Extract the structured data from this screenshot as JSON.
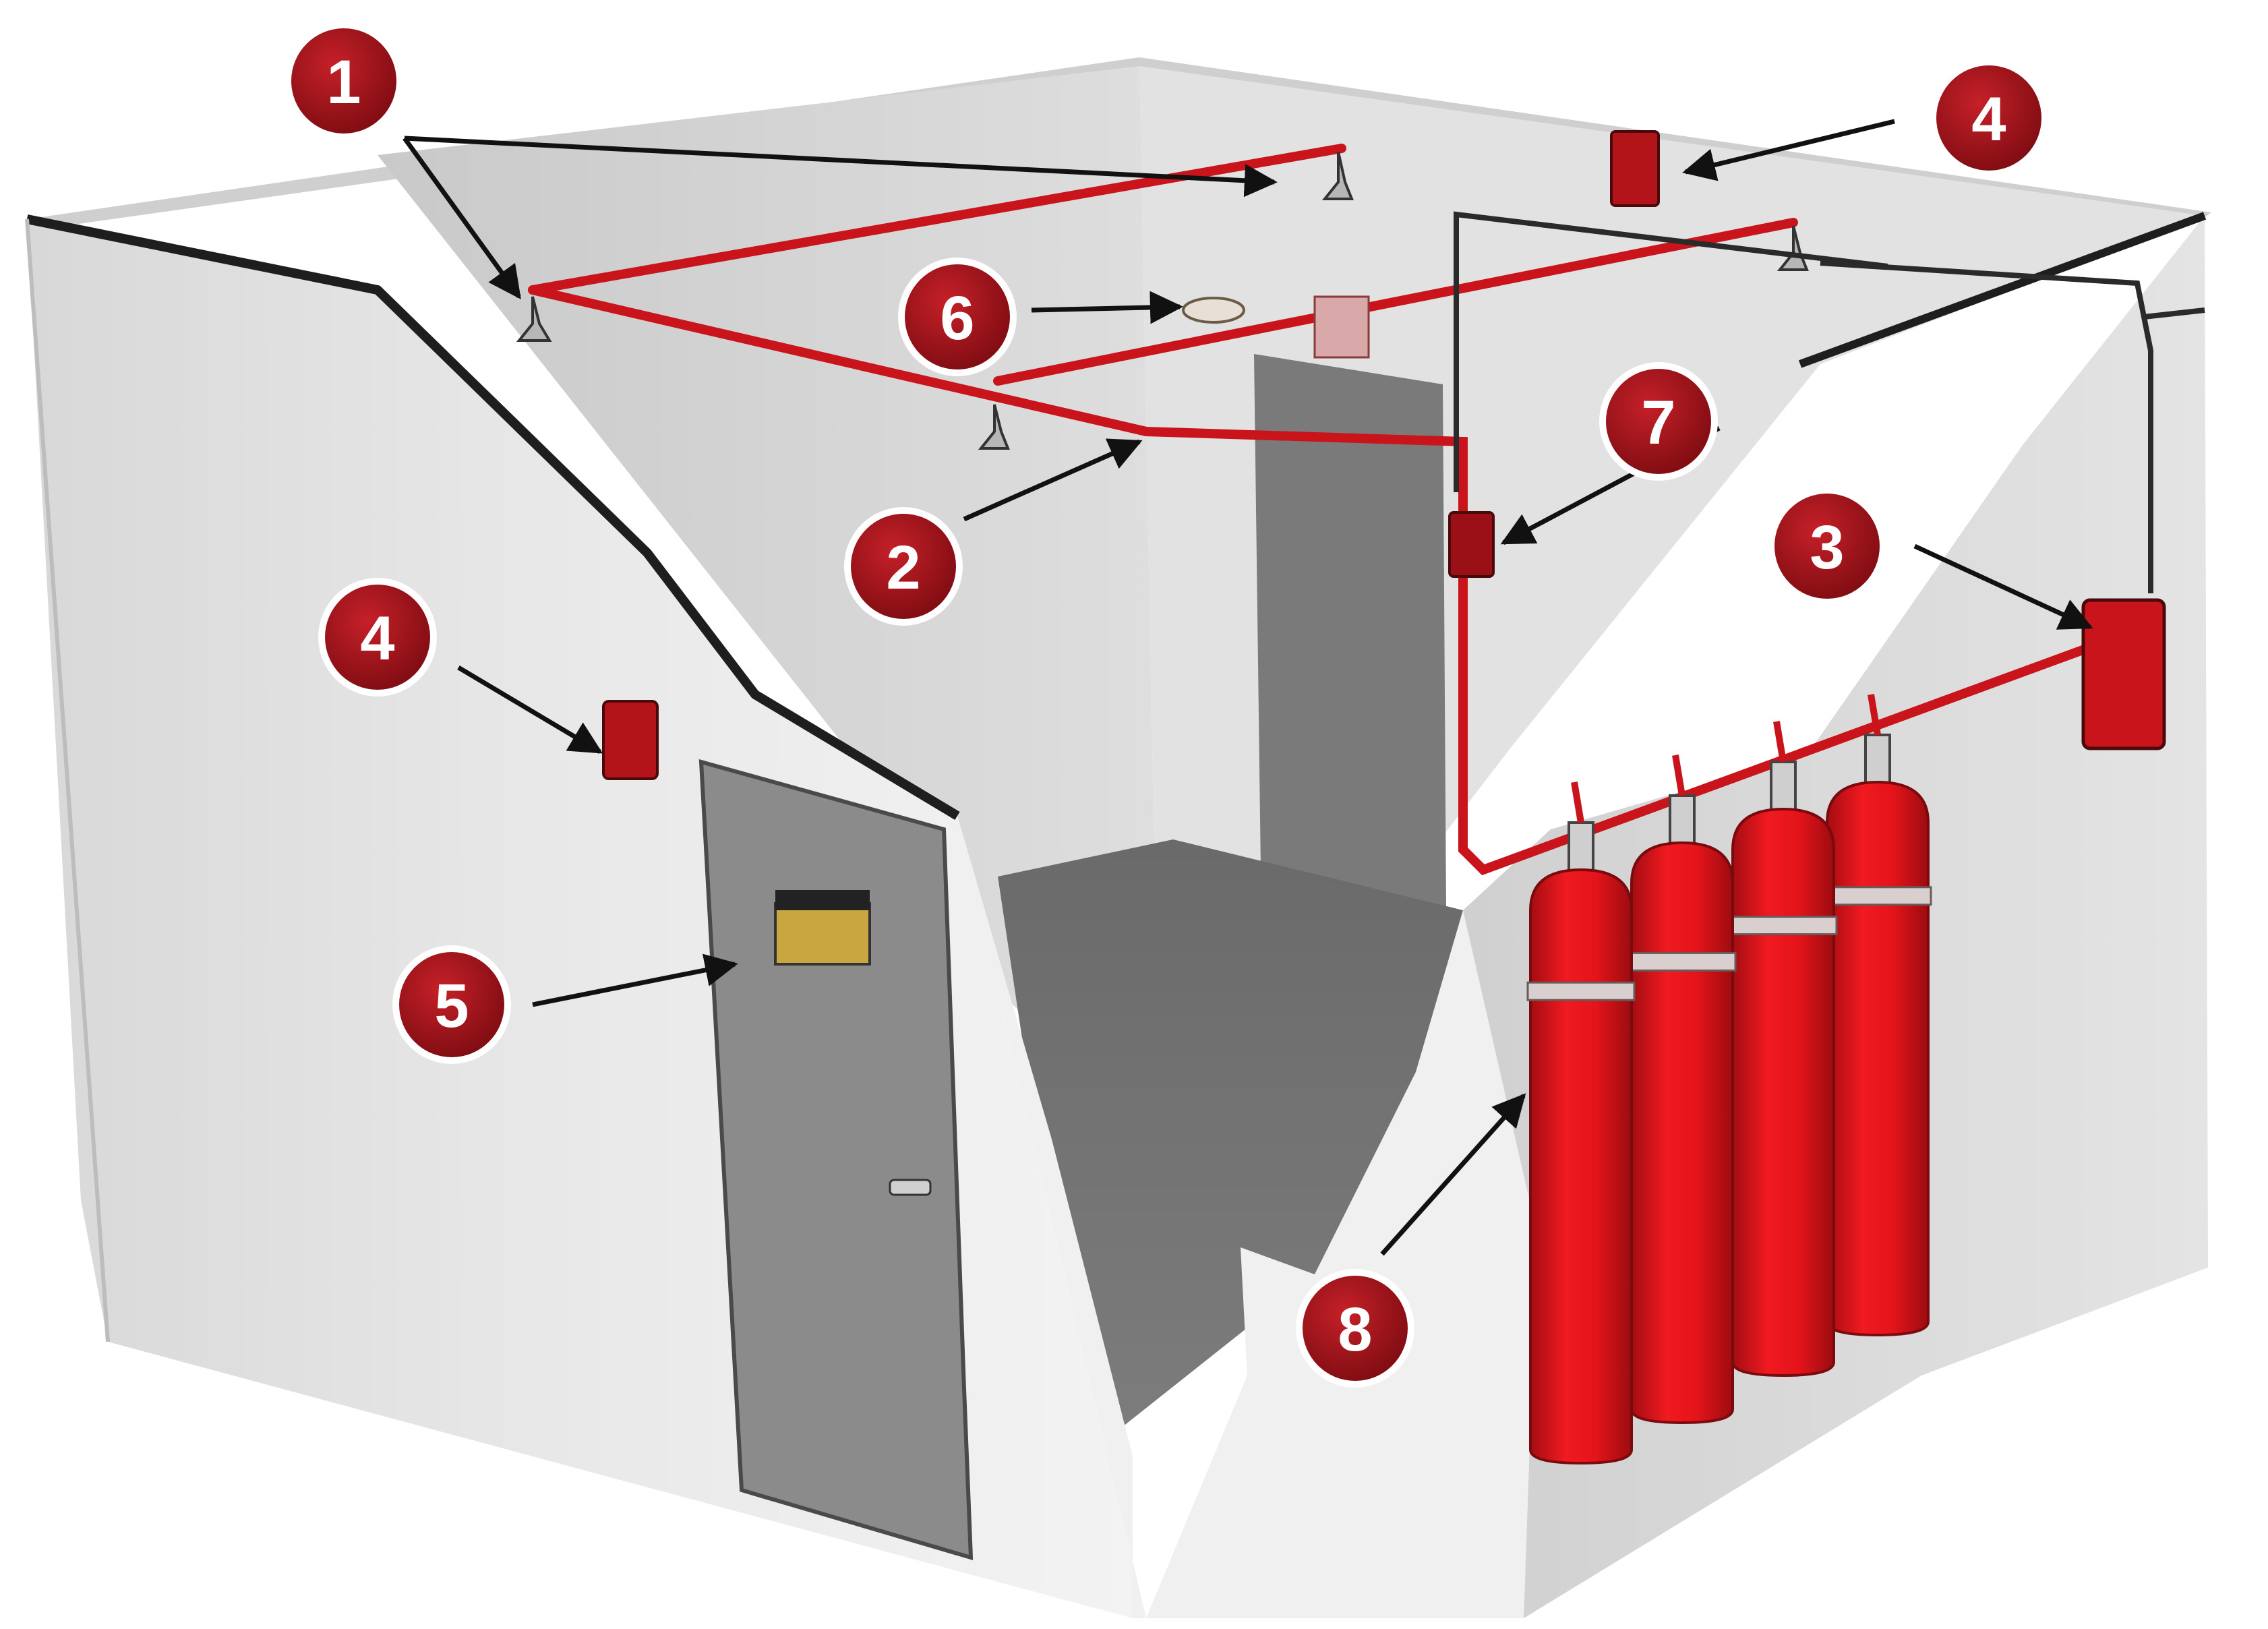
{
  "colors": {
    "background": "#ffffff",
    "wall_light": "#eeeeee",
    "wall_mid": "#d9d9d9",
    "wall_dark": "#bdbdbd",
    "floor": "#6e6e6e",
    "door": "#8e8e8e",
    "pipe": "#c8141a",
    "cylinder": "#e3141a",
    "cylinder_shade": "#a80e12",
    "badge": "#a8161c",
    "badge_ring": "#ffffff",
    "arrow": "#111111",
    "device": "#b3141a"
  },
  "callouts": [
    {
      "number": "1",
      "icon": "nozzle-icon"
    },
    {
      "number": "2",
      "icon": "pipe-icon"
    },
    {
      "number": "3",
      "icon": "control-panel-icon"
    },
    {
      "number": "4",
      "icon": "alarm-device-icon"
    },
    {
      "number": "4",
      "icon": "alarm-device-icon"
    },
    {
      "number": "5",
      "icon": "warning-sign-icon"
    },
    {
      "number": "6",
      "icon": "detector-icon"
    },
    {
      "number": "7",
      "icon": "manual-release-icon"
    },
    {
      "number": "8",
      "icon": "cylinder-icon"
    }
  ]
}
